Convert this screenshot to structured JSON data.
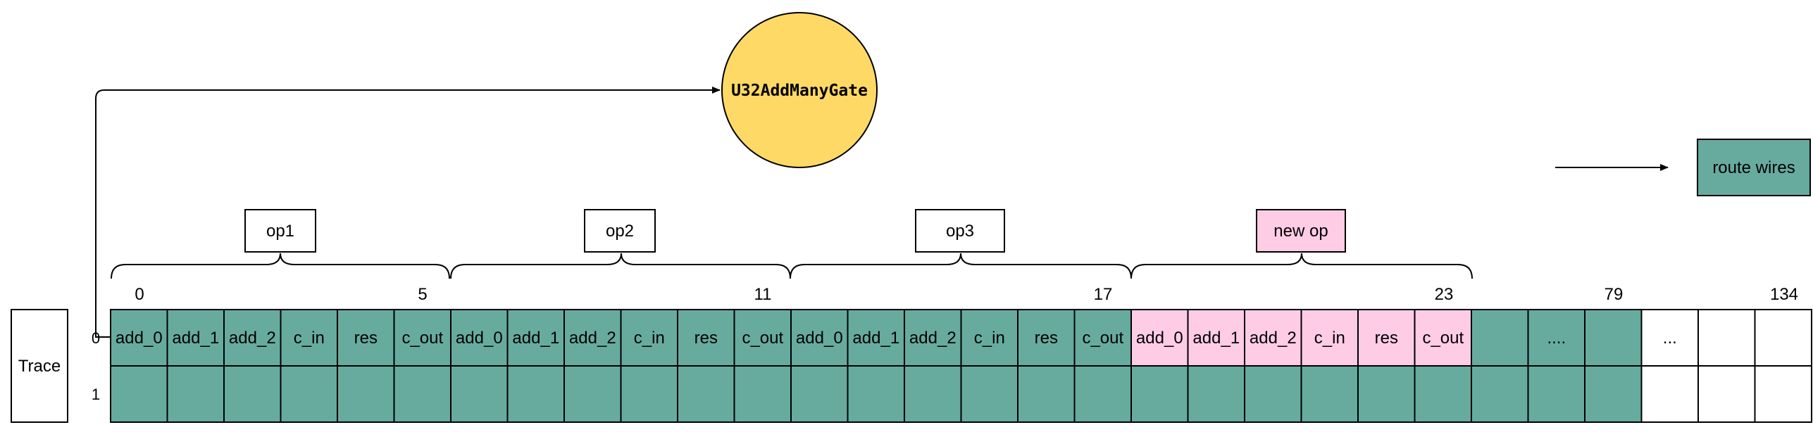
{
  "gate": {
    "label": "U32AddManyGate"
  },
  "legend": {
    "label": "route wires"
  },
  "trace": {
    "label": "Trace",
    "rows": [
      "0",
      "1"
    ]
  },
  "ops": [
    {
      "label": "op1"
    },
    {
      "label": "op2"
    },
    {
      "label": "op3"
    },
    {
      "label": "new op"
    }
  ],
  "column_markers": [
    "0",
    "5",
    "11",
    "17",
    "23",
    "79",
    "134"
  ],
  "cells": [
    "add_0",
    "add_1",
    "add_2",
    "c_in",
    "res",
    "c_out",
    "add_0",
    "add_1",
    "add_2",
    "c_in",
    "res",
    "c_out",
    "add_0",
    "add_1",
    "add_2",
    "c_in",
    "res",
    "c_out",
    "add_0",
    "add_1",
    "add_2",
    "c_in",
    "res",
    "c_out",
    "",
    "....",
    "",
    "...",
    "",
    ""
  ],
  "colors": {
    "routed": "#67AB9F",
    "new_op": "#FFCCE6",
    "gate": "#FFD966",
    "empty": "#FFFFFF",
    "stroke": "#000000"
  }
}
